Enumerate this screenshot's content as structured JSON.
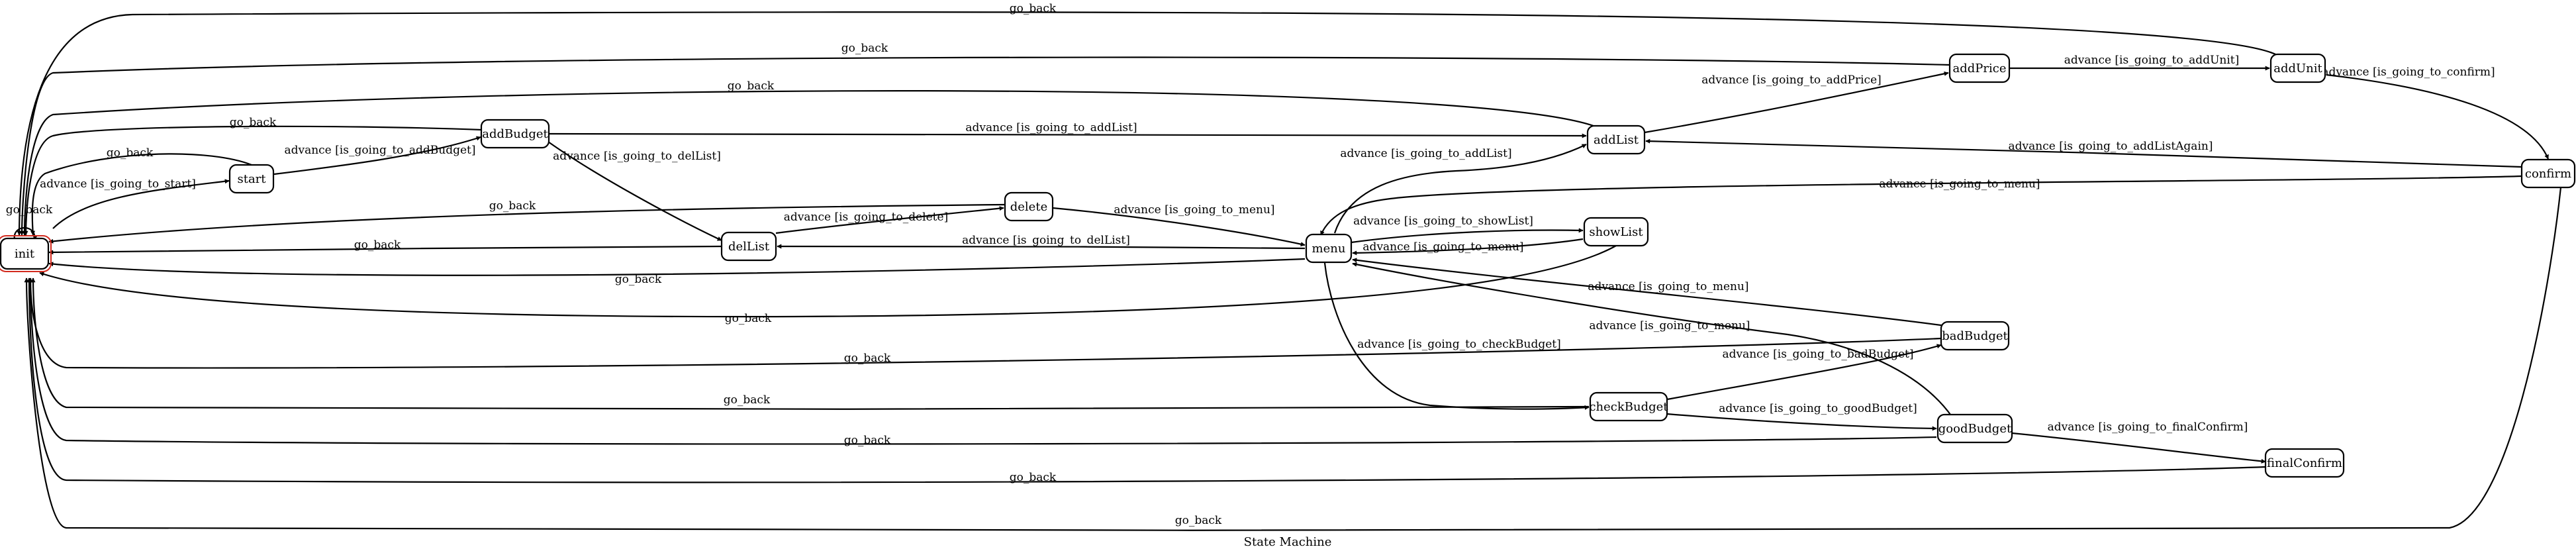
{
  "diagram": {
    "caption": "State Machine",
    "initial_fill": "#f08c72",
    "nodes": [
      {
        "id": "init",
        "label": "init",
        "initial": true
      },
      {
        "id": "start",
        "label": "start"
      },
      {
        "id": "addBudget",
        "label": "addBudget"
      },
      {
        "id": "delList",
        "label": "delList"
      },
      {
        "id": "delete",
        "label": "delete"
      },
      {
        "id": "menu",
        "label": "menu"
      },
      {
        "id": "addList",
        "label": "addList"
      },
      {
        "id": "showList",
        "label": "showList"
      },
      {
        "id": "addPrice",
        "label": "addPrice"
      },
      {
        "id": "addUnit",
        "label": "addUnit"
      },
      {
        "id": "confirm",
        "label": "confirm"
      },
      {
        "id": "checkBudget",
        "label": "checkBudget"
      },
      {
        "id": "badBudget",
        "label": "badBudget"
      },
      {
        "id": "goodBudget",
        "label": "goodBudget"
      },
      {
        "id": "finalConfirm",
        "label": "finalConfirm"
      }
    ],
    "edges": [
      {
        "from": "init",
        "to": "init",
        "label": "go_back"
      },
      {
        "from": "start",
        "to": "init",
        "label": "go_back"
      },
      {
        "from": "init",
        "to": "start",
        "label": "advance [is_going_to_start]"
      },
      {
        "from": "addBudget",
        "to": "init",
        "label": "go_back"
      },
      {
        "from": "start",
        "to": "addBudget",
        "label": "advance [is_going_to_addBudget]"
      },
      {
        "from": "addBudget",
        "to": "delList",
        "label": "advance [is_going_to_delList]"
      },
      {
        "from": "addBudget",
        "to": "addList",
        "label": "advance [is_going_to_addList]"
      },
      {
        "from": "delete",
        "to": "init",
        "label": "go_back"
      },
      {
        "from": "delList",
        "to": "init",
        "label": "go_back"
      },
      {
        "from": "delList",
        "to": "delete",
        "label": "advance [is_going_to_delete]"
      },
      {
        "from": "delete",
        "to": "menu",
        "label": "advance [is_going_to_menu]"
      },
      {
        "from": "menu",
        "to": "delList",
        "label": "advance [is_going_to_delList]"
      },
      {
        "from": "menu",
        "to": "init",
        "label": "go_back"
      },
      {
        "from": "menu",
        "to": "addList",
        "label": "advance [is_going_to_addList]"
      },
      {
        "from": "menu",
        "to": "showList",
        "label": "advance [is_going_to_showList]"
      },
      {
        "from": "showList",
        "to": "menu",
        "label": "advance [is_going_to_menu]"
      },
      {
        "from": "showList",
        "to": "init",
        "label": "go_back"
      },
      {
        "from": "menu",
        "to": "checkBudget",
        "label": "advance [is_going_to_checkBudget]"
      },
      {
        "from": "addList",
        "to": "init",
        "label": "go_back"
      },
      {
        "from": "addList",
        "to": "addPrice",
        "label": "advance [is_going_to_addPrice]"
      },
      {
        "from": "addPrice",
        "to": "init",
        "label": "go_back"
      },
      {
        "from": "addPrice",
        "to": "addUnit",
        "label": "advance [is_going_to_addUnit]"
      },
      {
        "from": "addUnit",
        "to": "init",
        "label": "go_back"
      },
      {
        "from": "addUnit",
        "to": "confirm",
        "label": "advance [is_going_to_confirm]"
      },
      {
        "from": "confirm",
        "to": "addList",
        "label": "advance [is_going_to_addListAgain]"
      },
      {
        "from": "confirm",
        "to": "menu",
        "label": "advance [is_going_to_menu]"
      },
      {
        "from": "confirm",
        "to": "init",
        "label": "go_back"
      },
      {
        "from": "badBudget",
        "to": "menu",
        "label": "advance [is_going_to_menu]"
      },
      {
        "from": "badBudget",
        "to": "init",
        "label": "go_back"
      },
      {
        "from": "goodBudget",
        "to": "menu",
        "label": "advance [is_going_to_menu]"
      },
      {
        "from": "checkBudget",
        "to": "init",
        "label": "go_back"
      },
      {
        "from": "checkBudget",
        "to": "badBudget",
        "label": "advance [is_going_to_badBudget]"
      },
      {
        "from": "checkBudget",
        "to": "goodBudget",
        "label": "advance [is_going_to_goodBudget]"
      },
      {
        "from": "goodBudget",
        "to": "init",
        "label": "go_back"
      },
      {
        "from": "goodBudget",
        "to": "finalConfirm",
        "label": "advance [is_going_to_finalConfirm]"
      },
      {
        "from": "finalConfirm",
        "to": "init",
        "label": "go_back"
      }
    ]
  }
}
